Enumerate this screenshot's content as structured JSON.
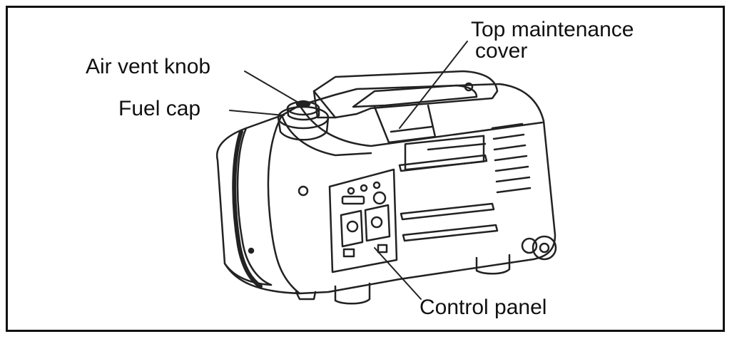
{
  "labels": {
    "air_vent_knob": "Air vent knob",
    "fuel_cap": "Fuel cap",
    "top_maintenance_cover_line1": "Top maintenance",
    "top_maintenance_cover_line2": "cover",
    "control_panel": "Control panel"
  },
  "colors": {
    "line": "#222222",
    "background": "#ffffff"
  },
  "icons": {
    "subject": "inverter-generator-illustration"
  }
}
